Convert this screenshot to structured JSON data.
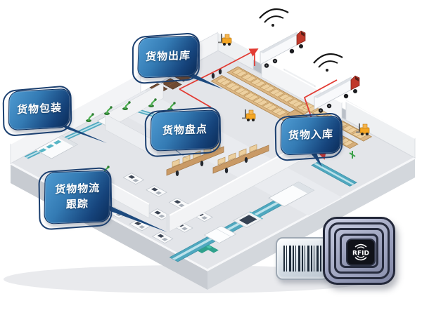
{
  "callouts": [
    {
      "id": "outbound",
      "label": "货物出库"
    },
    {
      "id": "packaging",
      "label": "货物包装"
    },
    {
      "id": "stocktake",
      "label": "货物盘点"
    },
    {
      "id": "inbound",
      "label": "货物入库"
    },
    {
      "id": "tracking",
      "label": "货物物流\n跟踪"
    }
  ],
  "icons": {
    "barcode": {
      "name": "barcode-icon"
    },
    "rfid": {
      "name": "rfid-tag-icon",
      "label": "RFID"
    }
  },
  "colors": {
    "callout_blue_light": "#4f9bd2",
    "callout_blue_dark": "#0b2c58",
    "route_red": "#e23b33",
    "conveyor_teal": "#4fa8bf",
    "rack_wood": "#dcb684",
    "truck_cab_red": "#c0392b",
    "floor_gray": "#e3e5e9",
    "rfid_body": "#9aa0bd"
  }
}
